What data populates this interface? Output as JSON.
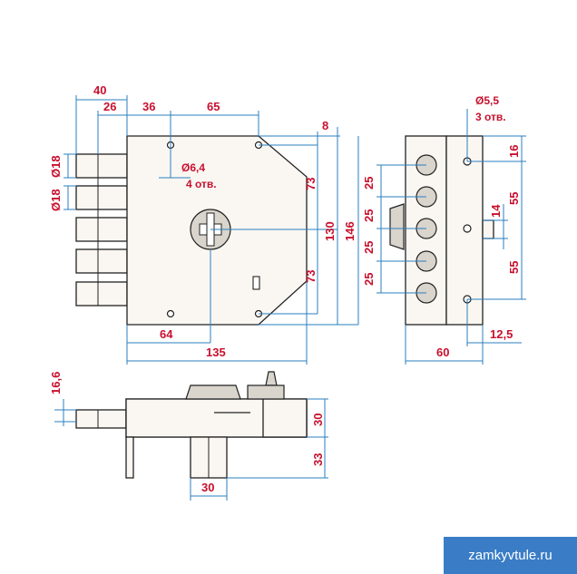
{
  "dimensions": {
    "top_40": "40",
    "top_26": "26",
    "top_36": "36",
    "top_65": "65",
    "top_8": "8",
    "hole_6_4": "Ø6,4",
    "hole_6_4_count": "4 отв.",
    "bolt_18a": "Ø18",
    "bolt_18b": "Ø18",
    "right_73a": "73",
    "right_73b": "73",
    "right_130": "130",
    "right_146": "146",
    "bottom_64": "64",
    "bottom_135": "135",
    "side_5_5": "Ø5,5",
    "side_5_5_count": "3 отв.",
    "side_16": "16",
    "side_14": "14",
    "side_55a": "55",
    "side_55b": "55",
    "pitch_25a": "25",
    "pitch_25b": "25",
    "pitch_25c": "25",
    "pitch_25d": "25",
    "side_12_5": "12,5",
    "side_60": "60",
    "bot_16_6": "16,6",
    "bot_30_right": "30",
    "bot_33": "33",
    "bot_30": "30"
  },
  "watermark": "zamkyvtule.ru",
  "colors": {
    "dimension_text": "#c8102e",
    "dimension_line": "#2a7fbf",
    "watermark_bg": "#3a7dc6"
  }
}
